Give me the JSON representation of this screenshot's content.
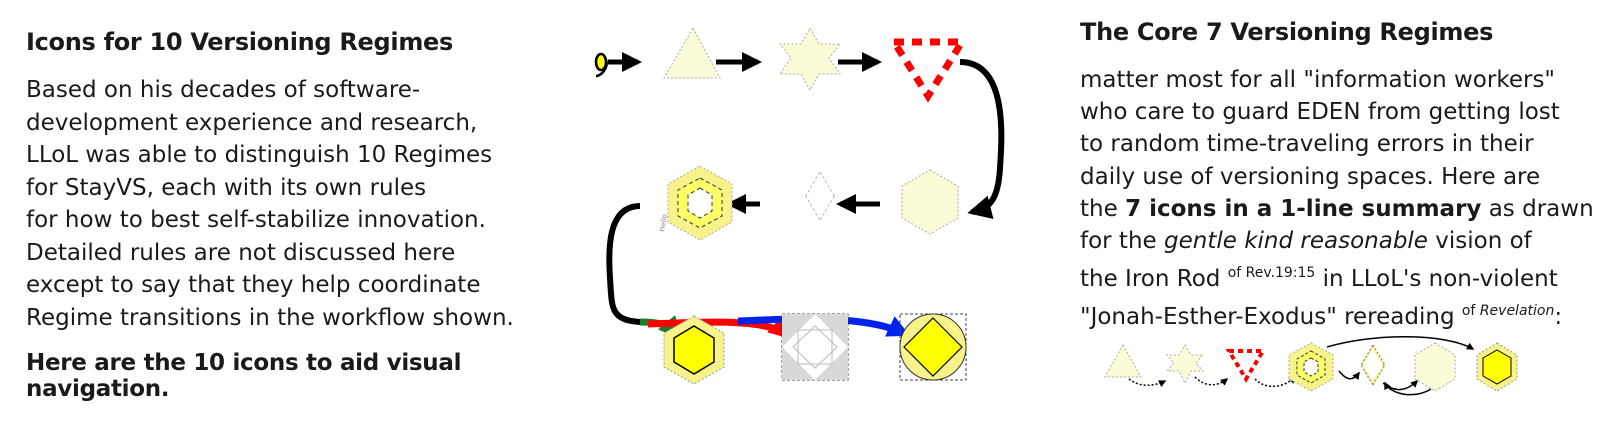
{
  "left": {
    "title": "Icons for 10 Versioning Regimes",
    "lines": [
      "Based on his decades of software-",
      "development experience and research,",
      "LLoL was able to distinguish 10 Regimes",
      "for StayVS, each with its own rules",
      "for how to best self-stabilize innovation.",
      "Detailed rules are not discussed here",
      "except to say that they help coordinate",
      "Regime transitions in the workflow shown."
    ],
    "footer": "Here are the 10 icons to aid visual navigation."
  },
  "right": {
    "title": "The Core 7 Versioning Regimes",
    "line1": "matter most for all \"information workers\"",
    "line2": "who care to guard EDEN from getting lost",
    "line3": "to random time-traveling errors in their",
    "line4": "daily use of versioning spaces. Here are",
    "line5_pre": "the ",
    "line5_bold": "7 icons in a 1-line summary",
    "line5_post": " as drawn",
    "line6_pre": "for the ",
    "line6_em": "gentle kind reasonable",
    "line6_post": " vision of",
    "line7_pre": "the Iron Rod ",
    "line7_sup": "of Rev.19:15",
    "line7_post": " in LLoL's non-violent",
    "line8_pre": "\"Jonah-Esther-Exodus\" rereading ",
    "line8_sup_pre": "of ",
    "line8_sup_em": "Revelation",
    "line8_post": ":"
  },
  "diagram": {
    "hex_small_label": "Hello",
    "colors": {
      "pale_yellow": "#fbfbd8",
      "yellow": "#ffff00",
      "light_yellow": "#f7f38a",
      "red": "#ff0000",
      "blue": "#0022ee",
      "green": "#1f7a2a",
      "gray": "#d8d8d8"
    }
  }
}
